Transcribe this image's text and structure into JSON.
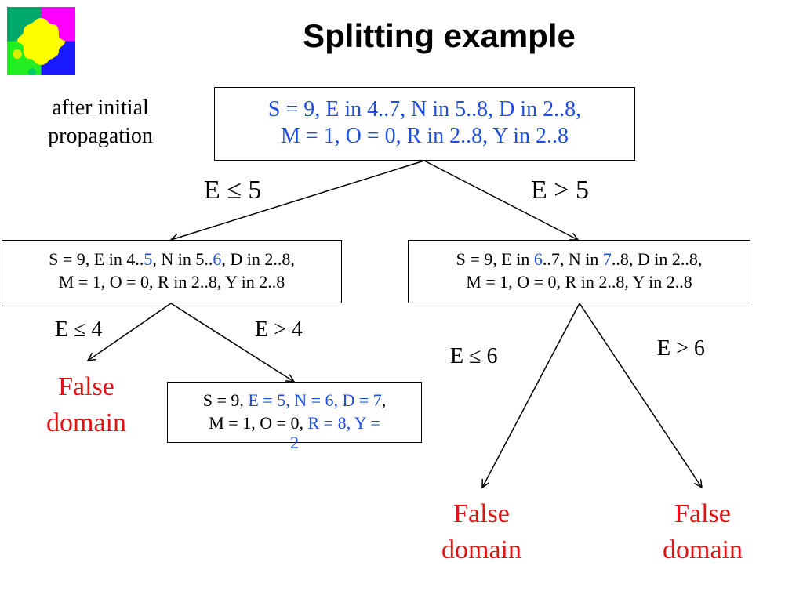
{
  "title": "Splitting example",
  "logo": {
    "icon": "puzzle-pieces-logo",
    "colors": [
      "#00cc66",
      "#ff00ff",
      "#ffff00",
      "#1a1aff"
    ]
  },
  "colors": {
    "highlight": "#1f4fe0",
    "false_domain": "#e31313"
  },
  "annotation": {
    "line1": "after initial",
    "line2": "propagation"
  },
  "root": {
    "line1": "S = 9, E in 4..7, N in 5..8, D in 2..8,",
    "line2": "M = 1, O = 0, R in 2..8, Y in 2..8"
  },
  "edges": {
    "root_left": "E ≤ 5",
    "root_right": "E > 5",
    "left_left": "E ≤ 4",
    "left_right": "E > 4",
    "right_left": "E ≤ 6",
    "right_right": "E > 6"
  },
  "left_node": {
    "p1": "S = 9, E in 4..",
    "p2": "5",
    "p3": ", N in 5..",
    "p4": "6",
    "p5": ", D in 2..8,",
    "line2": "M = 1, O = 0, R in 2..8, Y in 2..8"
  },
  "right_node": {
    "p1": "S = 9, E in ",
    "p2": "6",
    "p3": "..7, N in ",
    "p4": "7",
    "p5": "..8, D in 2..8,",
    "line2": "M = 1, O = 0, R in 2..8, Y in 2..8"
  },
  "solution_node": {
    "p1": "S = 9, ",
    "p2": "E = 5, N = 6, D = 7",
    "p3": ",",
    "p4": "M = 1, O = 0, ",
    "p5": "R = 8, Y =",
    "p6": "2"
  },
  "false_domain": {
    "line1": "False",
    "line2": "domain"
  }
}
